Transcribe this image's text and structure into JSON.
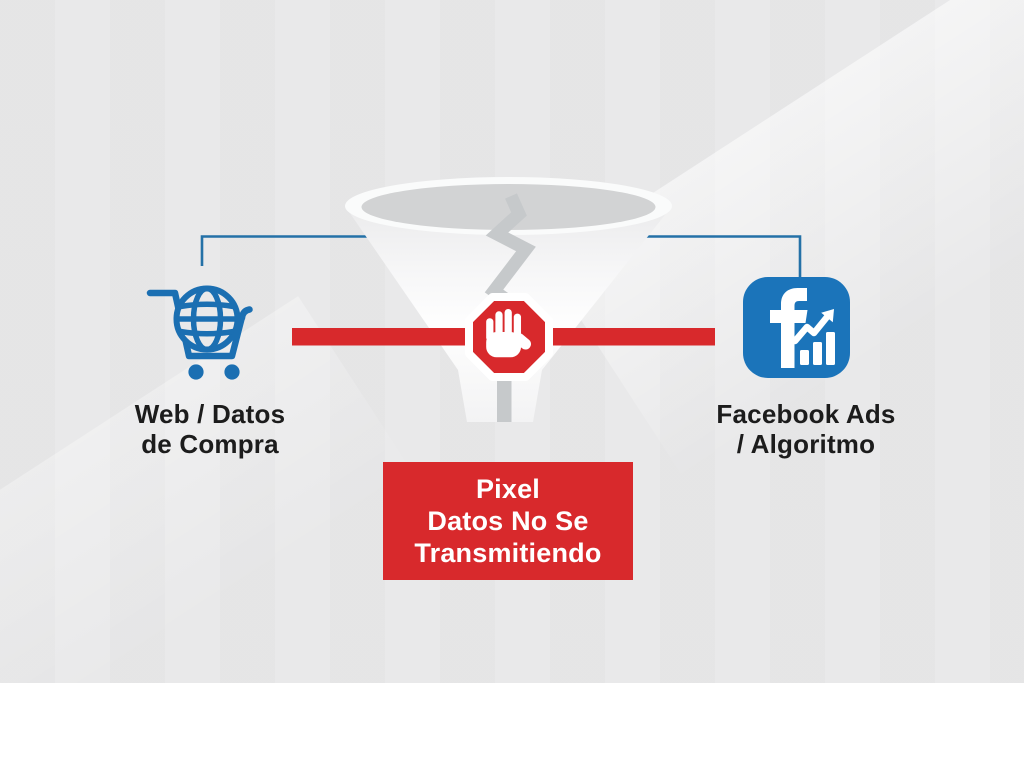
{
  "colors": {
    "background": "#e9e9ea",
    "blue_line": "#2471a7",
    "icon_blue": "#1b6fb2",
    "facebook_blue": "#1b74ba",
    "red": "#d8292c",
    "funnel_opening_gray": "#d2d3d4",
    "crack_gray": "#c6c9cb",
    "text_dark": "#1c1c1c",
    "text_light": "#ffffff"
  },
  "nodes": {
    "left": {
      "icon": "cart-globe-icon",
      "label_line1": "Web / Datos",
      "label_line2": "de Compra"
    },
    "right": {
      "icon": "facebook-ads-icon",
      "label_line1": "Facebook Ads",
      "label_line2": "/ Algoritmo"
    },
    "center": {
      "icon": "stop-hand-icon"
    }
  },
  "funnel": {
    "icon": "broken-funnel-graphic"
  },
  "callout": {
    "line1": "Pixel",
    "line2": "Datos No Se",
    "line3": "Transmitiendo"
  }
}
